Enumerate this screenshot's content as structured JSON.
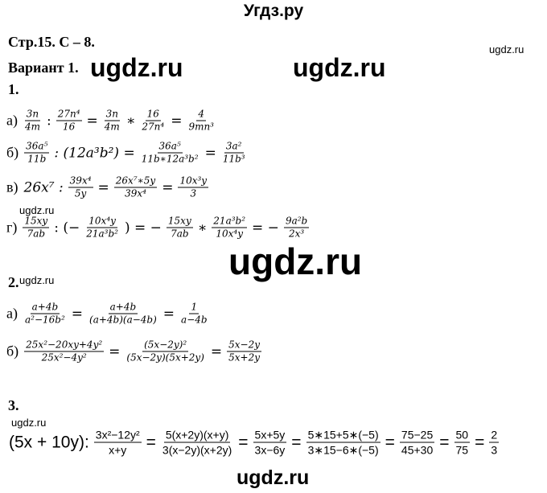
{
  "site_title": "Угдз.ру",
  "header": {
    "page": "Стр.15. С – 8.",
    "variant": "Вариант 1."
  },
  "watermark": "ugdz.ru",
  "tasks": [
    {
      "number": "1.",
      "rows": [
        {
          "label": "а)",
          "parts": [
            {
              "n": "3n",
              "d": "4m"
            },
            {
              "t": ":"
            },
            {
              "n": "27n⁴",
              "d": "16"
            },
            {
              "t": "="
            },
            {
              "n": "3n",
              "d": "4m"
            },
            {
              "t": "∗"
            },
            {
              "n": "16",
              "d": "27n⁴"
            },
            {
              "t": "="
            },
            {
              "n": "4",
              "d": "9mn³"
            }
          ]
        },
        {
          "label": "б)",
          "parts": [
            {
              "n": "36a⁵",
              "d": "11b"
            },
            {
              "t": ": (12a³b²) ="
            },
            {
              "n": "36a⁵",
              "d": "11b∗12a³b²"
            },
            {
              "t": "="
            },
            {
              "n": "3a²",
              "d": "11b³"
            }
          ]
        },
        {
          "label": "в)",
          "parts": [
            {
              "t": "26x⁷ :"
            },
            {
              "n": "39x⁴",
              "d": "5y"
            },
            {
              "t": "="
            },
            {
              "n": "26x⁷∗5y",
              "d": "39x⁴"
            },
            {
              "t": "="
            },
            {
              "n": "10x³y",
              "d": "3"
            }
          ]
        },
        {
          "label": "г)",
          "parts": [
            {
              "n": "15xy",
              "d": "7ab"
            },
            {
              "t": ": (−"
            },
            {
              "n": "10x⁴y",
              "d": "21a³b²"
            },
            {
              "t": ") = −"
            },
            {
              "n": "15xy",
              "d": "7ab"
            },
            {
              "t": "∗"
            },
            {
              "n": "21a³b²",
              "d": "10x⁴y"
            },
            {
              "t": "= −"
            },
            {
              "n": "9a²b",
              "d": "2x³"
            }
          ]
        }
      ]
    },
    {
      "number": "2.",
      "rows": [
        {
          "label": "а)",
          "parts": [
            {
              "n": "a+4b",
              "d": "a²−16b²"
            },
            {
              "t": "="
            },
            {
              "n": "a+4b",
              "d": "(a+4b)(a−4b)"
            },
            {
              "t": "="
            },
            {
              "n": "1",
              "d": "a−4b"
            }
          ]
        },
        {
          "label": "б)",
          "parts": [
            {
              "n": "25x²−20xy+4y²",
              "d": "25x²−4y²"
            },
            {
              "t": "="
            },
            {
              "n": "(5x−2y)²",
              "d": "(5x−2y)(5x+2y)"
            },
            {
              "t": "="
            },
            {
              "n": "5x−2y",
              "d": "5x+2y"
            }
          ]
        }
      ]
    },
    {
      "number": "3.",
      "rows": [
        {
          "label": "",
          "parts": [
            {
              "t": "(5x + 10y):"
            },
            {
              "n": "3x²−12y²",
              "d": "x+y"
            },
            {
              "t": "="
            },
            {
              "n": "5(x+2y)(x+y)",
              "d": "3(x−2y)(x+2y)"
            },
            {
              "t": "="
            },
            {
              "n": "5x+5y",
              "d": "3x−6y"
            },
            {
              "t": "="
            },
            {
              "n": "5∗15+5∗(−5)",
              "d": "3∗15−6∗(−5)"
            },
            {
              "t": "="
            },
            {
              "n": "75−25",
              "d": "45+30"
            },
            {
              "t": "="
            },
            {
              "n": "50",
              "d": "75"
            },
            {
              "t": "="
            },
            {
              "n": "2",
              "d": "3"
            }
          ]
        }
      ]
    }
  ]
}
